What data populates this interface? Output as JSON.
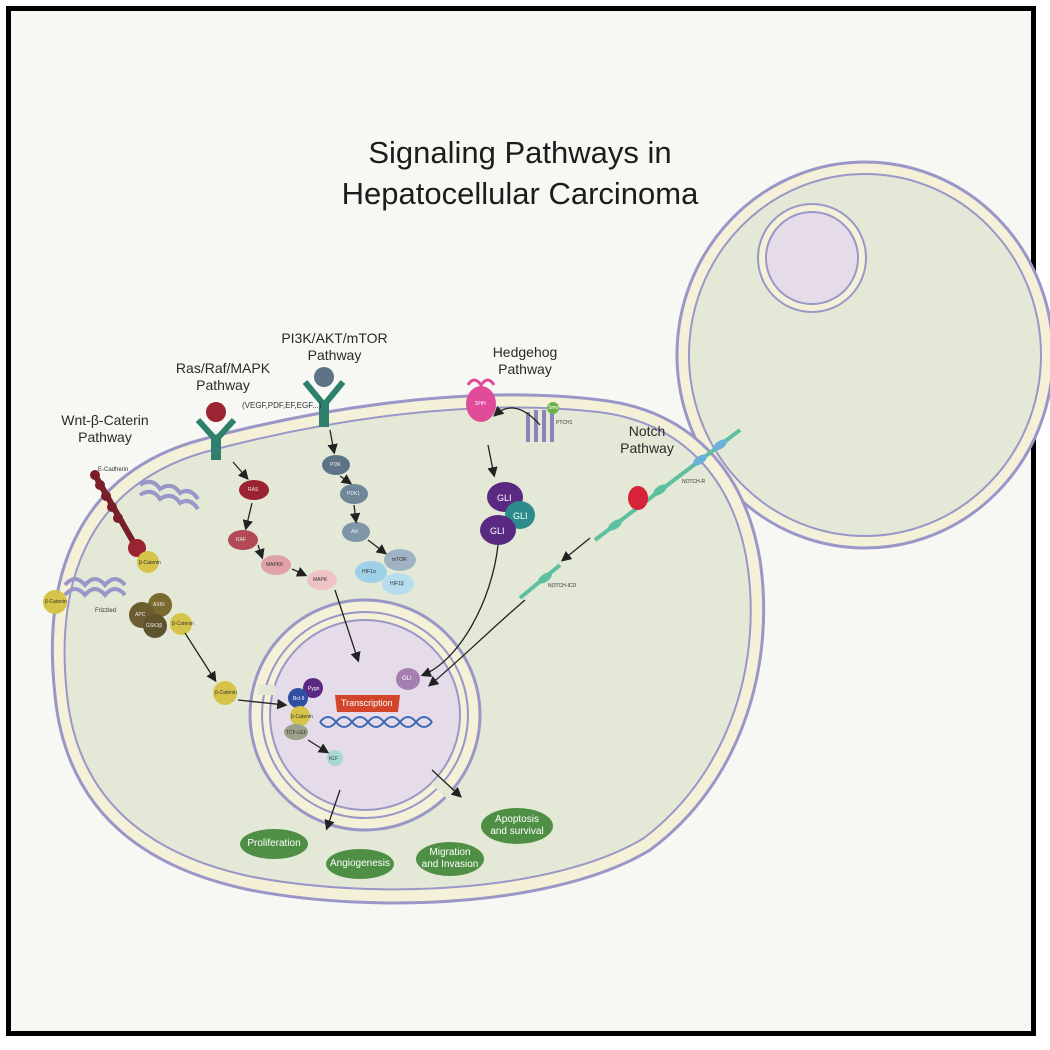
{
  "title": {
    "line1": "Signaling Pathways in",
    "line2": "Hepatocellular Carcinoma"
  },
  "pathways": {
    "wnt": {
      "line1": "Wnt-β-Caterin",
      "line2": "Pathway"
    },
    "ras": {
      "line1": "Ras/Raf/MAPK",
      "line2": "Pathway"
    },
    "pi3k": {
      "line1": "PI3K/AKT/mTOR",
      "line2": "Pathway"
    },
    "hedgehog": {
      "line1": "Hedgehog",
      "line2": "Pathway"
    },
    "notch": {
      "line1": "Notch",
      "line2": "Pathway"
    }
  },
  "ligand_note": "(VEGF,PDF,EF,EGF...)",
  "molecules": {
    "ecadherin": "E-Cadherin",
    "frizzled": "Frizzled",
    "beta_catenin": "β-Catenin",
    "axin": "AXIN",
    "apc": "APC",
    "gsk3b": "GSK3β",
    "ras": "RAS",
    "raf": "RAF",
    "mapk": "MAPK",
    "mapkk": "MAPKK",
    "pi3k": "PI3K",
    "pdk1": "PDK1",
    "akt": "Akt",
    "mtor": "mTOR",
    "hif1a": "HIF1α",
    "hif1b": "HIF1β",
    "shh": "SHH",
    "smo": "Smo",
    "ptch1": "PTCH1",
    "gli": "GLI",
    "notch_r": "NOTCH-R",
    "notch_icd": "NOTCH-ICD",
    "bcl9": "Bcl-9",
    "pygo": "Pygo",
    "tcf_lef": "TCF-LEF",
    "klf": "KLF"
  },
  "transcription": "Transcription",
  "outcomes": {
    "proliferation": "Proliferation",
    "angiogenesis": "Angiogenesis",
    "migration": {
      "line1": "Migration",
      "line2": "and Invasion"
    },
    "apoptosis": {
      "line1": "Apoptosis",
      "line2": "and survival"
    }
  },
  "colors": {
    "cytoplasm": "#e3e9d6",
    "membrane_outer": "#9a97c8",
    "membrane_fill": "#f4f1d8",
    "nucleus": "#e6dbe8",
    "receptor_green": "#2f7f6d",
    "ras_red": "#9c2331",
    "gli_purple": "#5a2a83",
    "teal": "#2c8c8c",
    "notch_red": "#d62339",
    "outcome_green": "#4e8f45",
    "transcription_red": "#d2452b",
    "dna_blue": "#3e68b8"
  }
}
